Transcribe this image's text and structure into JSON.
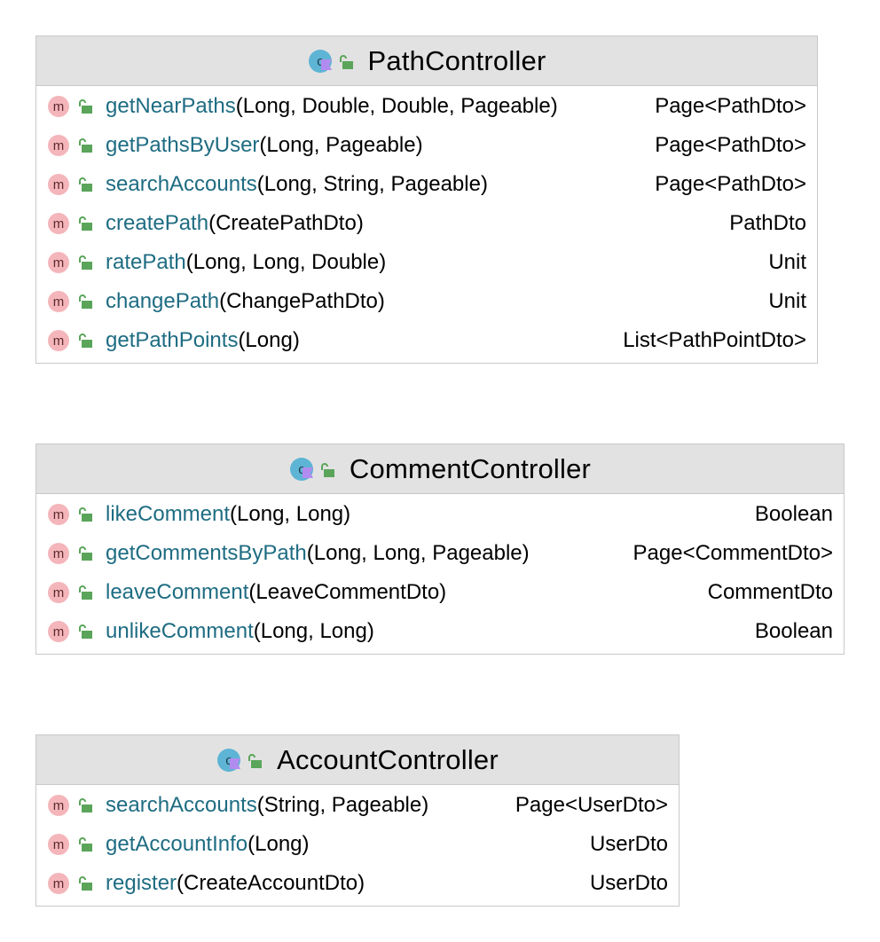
{
  "classes": [
    {
      "name": "PathController",
      "methods": [
        {
          "name": "getNearPaths",
          "params": "(Long, Double, Double, Pageable)",
          "returns": "Page<PathDto>"
        },
        {
          "name": "getPathsByUser",
          "params": "(Long, Pageable)",
          "returns": "Page<PathDto>"
        },
        {
          "name": "searchAccounts",
          "params": "(Long, String, Pageable)",
          "returns": "Page<PathDto>"
        },
        {
          "name": "createPath",
          "params": "(CreatePathDto)",
          "returns": "PathDto"
        },
        {
          "name": "ratePath",
          "params": "(Long, Long, Double)",
          "returns": "Unit"
        },
        {
          "name": "changePath",
          "params": "(ChangePathDto)",
          "returns": "Unit"
        },
        {
          "name": "getPathPoints",
          "params": "(Long)",
          "returns": "List<PathPointDto>"
        }
      ]
    },
    {
      "name": "CommentController",
      "methods": [
        {
          "name": "likeComment",
          "params": "(Long, Long)",
          "returns": "Boolean"
        },
        {
          "name": "getCommentsByPath",
          "params": "(Long, Long, Pageable)",
          "returns": "Page<CommentDto>"
        },
        {
          "name": "leaveComment",
          "params": "(LeaveCommentDto)",
          "returns": "CommentDto"
        },
        {
          "name": "unlikeComment",
          "params": "(Long, Long)",
          "returns": "Boolean"
        }
      ]
    },
    {
      "name": "AccountController",
      "methods": [
        {
          "name": "searchAccounts",
          "params": "(String, Pageable)",
          "returns": "Page<UserDto>"
        },
        {
          "name": "getAccountInfo",
          "params": "(Long)",
          "returns": "UserDto"
        },
        {
          "name": "register",
          "params": "(CreateAccountDto)",
          "returns": "UserDto"
        }
      ]
    }
  ],
  "icons": {
    "class_icon": "class-c-icon",
    "method_icon": "method-m-icon",
    "visibility_icon": "public-unlock-icon",
    "method_letter": "m",
    "class_letter": "c"
  },
  "colors": {
    "method_name": "#1e6c82",
    "header_bg": "#e2e2e2",
    "border": "#c8c8c8",
    "method_badge": "#f4b6bb",
    "class_badge": "#5eb4d4",
    "lock": "#5aa55a",
    "class_flag": "#b18cf0"
  }
}
